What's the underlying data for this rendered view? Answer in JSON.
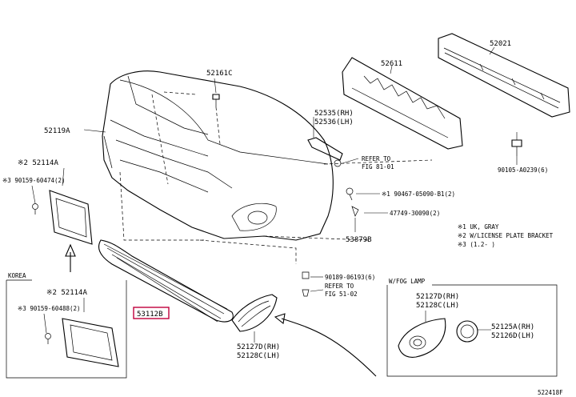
{
  "labels": {
    "p52021": "52021",
    "p52611": "52611",
    "p52161C": "52161C",
    "p52119A": "52119A",
    "p52535": "52535(RH)",
    "p52536": "52536(LH)",
    "refer8101a": "REFER TO",
    "refer8101b": "FIG 81-01",
    "p90105": "90105-A0239(6)",
    "p52114A_top": "※2 52114A",
    "p90159_top": "※3 90159-60474(2)",
    "p90467": "※1 90467-05090-B1(2)",
    "p47749": "47749-30090(2)",
    "p53879B": "53879B",
    "notes1": "※1 UK, GRAY",
    "notes2": "※2 W/LICENSE PLATE BRACKET",
    "notes3": "※3 (1.2-        )",
    "p90189": "90189-06193(6)",
    "refer5102a": "REFER TO",
    "refer5102b": "FIG 51-02",
    "korea": "KOREA",
    "p52114A_korea": "※2 52114A",
    "p90159_korea": "※3 90159-60488(2)",
    "p53112B": "53112B",
    "wfog": "W/FOG LAMP",
    "p52127D_box": "52127D(RH)",
    "p52128C_box": "52128C(LH)",
    "p52125A": "52125A(RH)",
    "p52126D": "52126D(LH)",
    "p52127D_main": "52127D(RH)",
    "p52128C_main": "52128C(LH)",
    "figcode": "522418F"
  },
  "colors": {
    "line": "#000000",
    "highlight": "#c0003c",
    "background": "#ffffff"
  },
  "icons": {
    "arrow_up": "arrow-up-icon",
    "arrow_curve": "curved-arrow-icon"
  }
}
